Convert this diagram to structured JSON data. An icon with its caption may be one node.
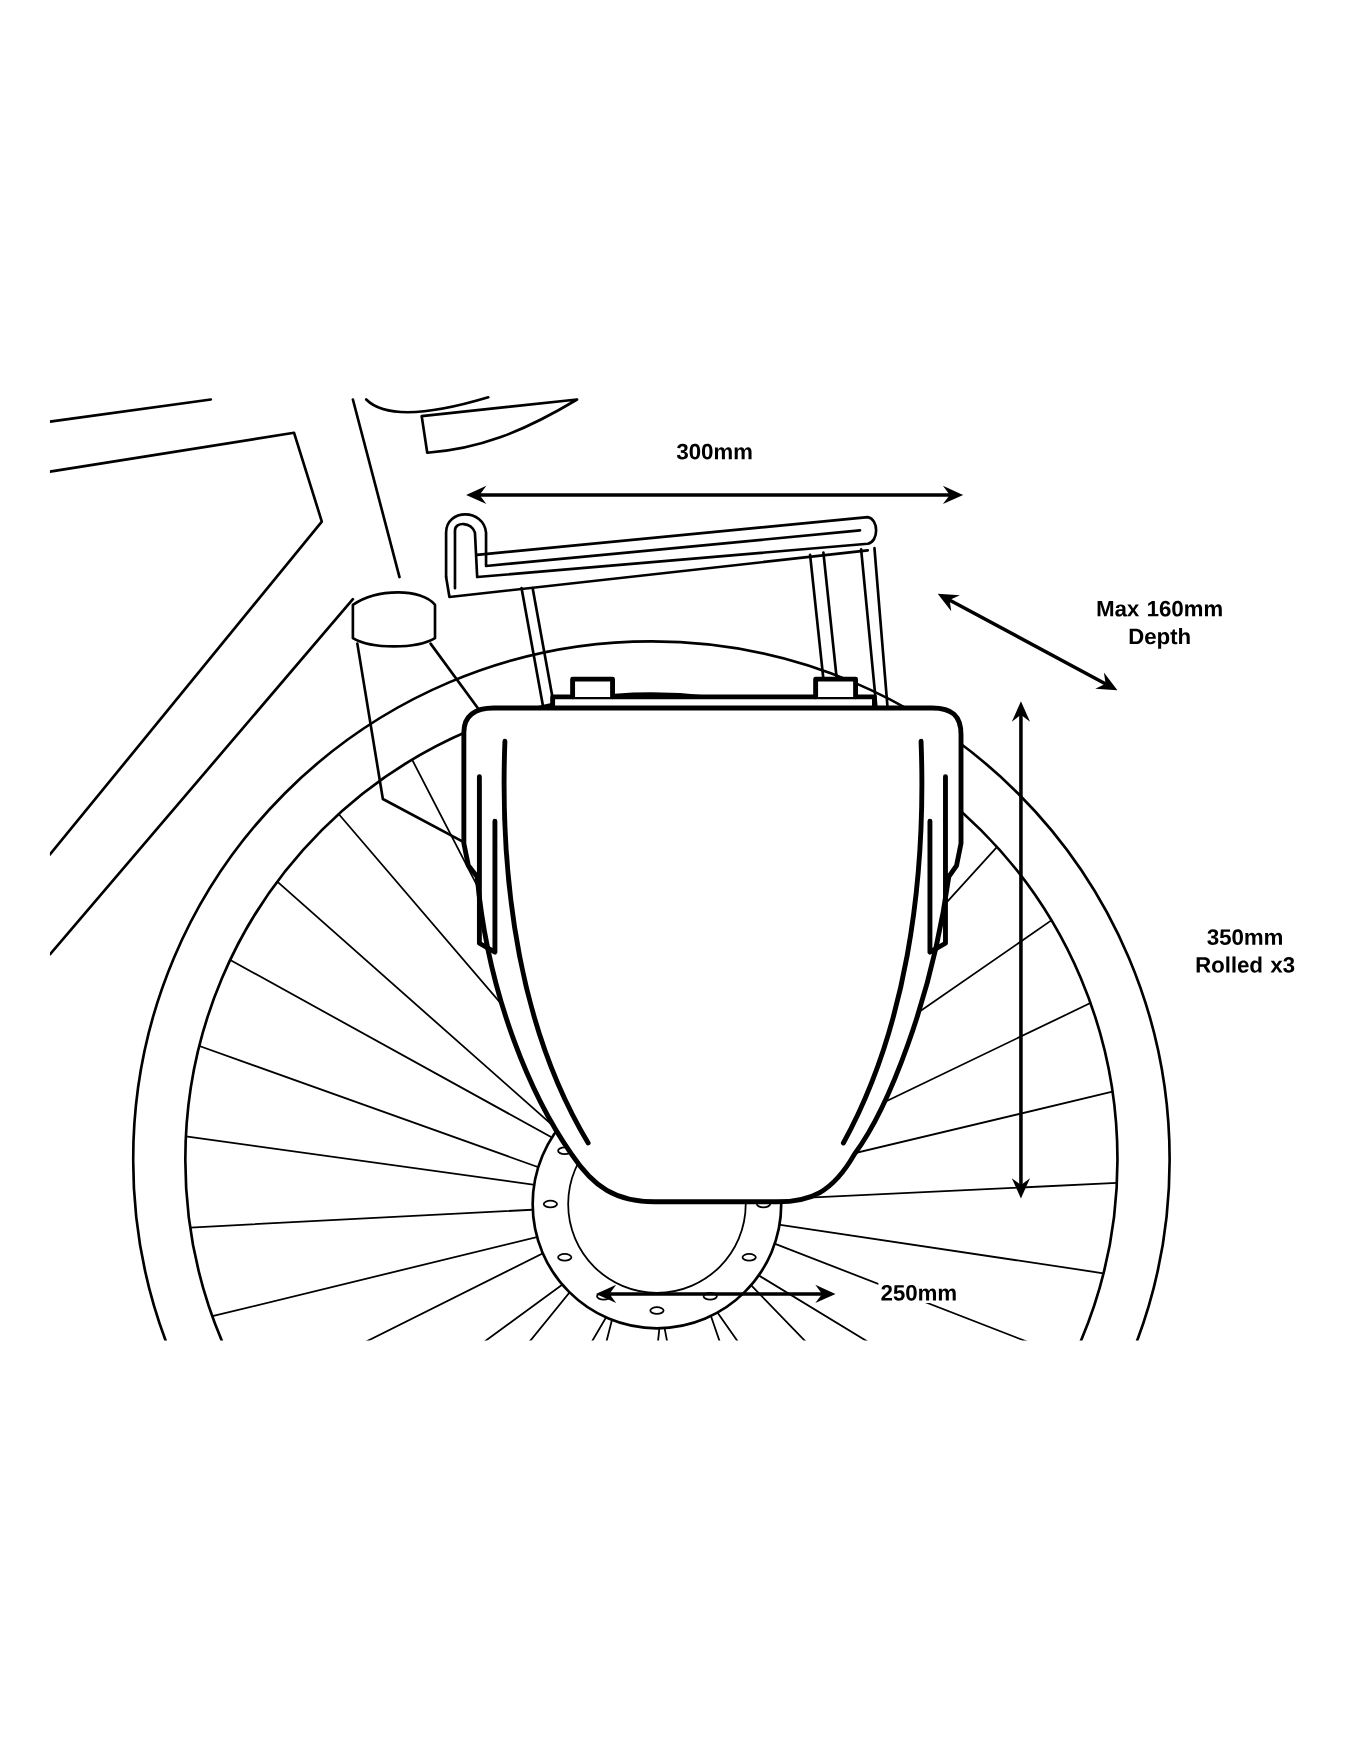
{
  "diagram": {
    "labels": [
      "300mm",
      "Max 160mm Depth",
      "350mm Rolled x3",
      "250mm"
    ]
  }
}
